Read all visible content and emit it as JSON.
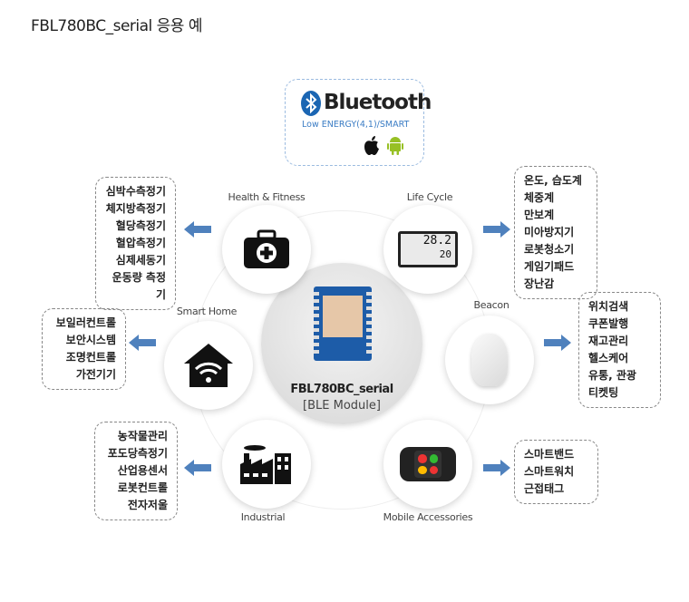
{
  "title": "FBL780BC_serial 응용 예",
  "bluetooth": {
    "brand": "Bluetooth",
    "subtitle": "Low ENERGY(4,1)/SMART",
    "icons": [
      "apple-icon",
      "android-icon"
    ]
  },
  "center": {
    "name": "FBL780BC_serial",
    "sub": "[BLE Module]"
  },
  "categories": {
    "health": {
      "label": "Health & Fitness",
      "items": [
        "심박수측정기",
        "체지방측정기",
        "혈당측정기",
        "혈압측정기",
        "심제세동기",
        "운동량 측정기"
      ]
    },
    "life": {
      "label": "Life Cycle",
      "items": [
        "온도, 습도계",
        "체중계",
        "만보계",
        "미아방지기",
        "로봇청소기",
        "게임기패드",
        "장난감"
      ],
      "display": [
        "28.2",
        "20"
      ]
    },
    "home": {
      "label": "Smart Home",
      "items": [
        "보일러컨트롤",
        "보안시스템",
        "조명컨트롤",
        "가전기기"
      ]
    },
    "beacon": {
      "label": "Beacon",
      "items": [
        "위치검색",
        "쿠폰발행",
        "재고관리",
        "헬스케어",
        "유통, 관광",
        "티켓팅"
      ]
    },
    "industrial": {
      "label": "Industrial",
      "items": [
        "농작물관리",
        "포도당측정기",
        "산업용센서",
        "로봇컨트롤",
        "전자저울"
      ]
    },
    "mobile": {
      "label": "Mobile Accessories",
      "items": [
        "스마트밴드",
        "스마트워치",
        "근접태그"
      ]
    }
  },
  "colors": {
    "arrow": "#4f81bd",
    "bluetooth": "#1b66b3",
    "android": "#97c024"
  }
}
